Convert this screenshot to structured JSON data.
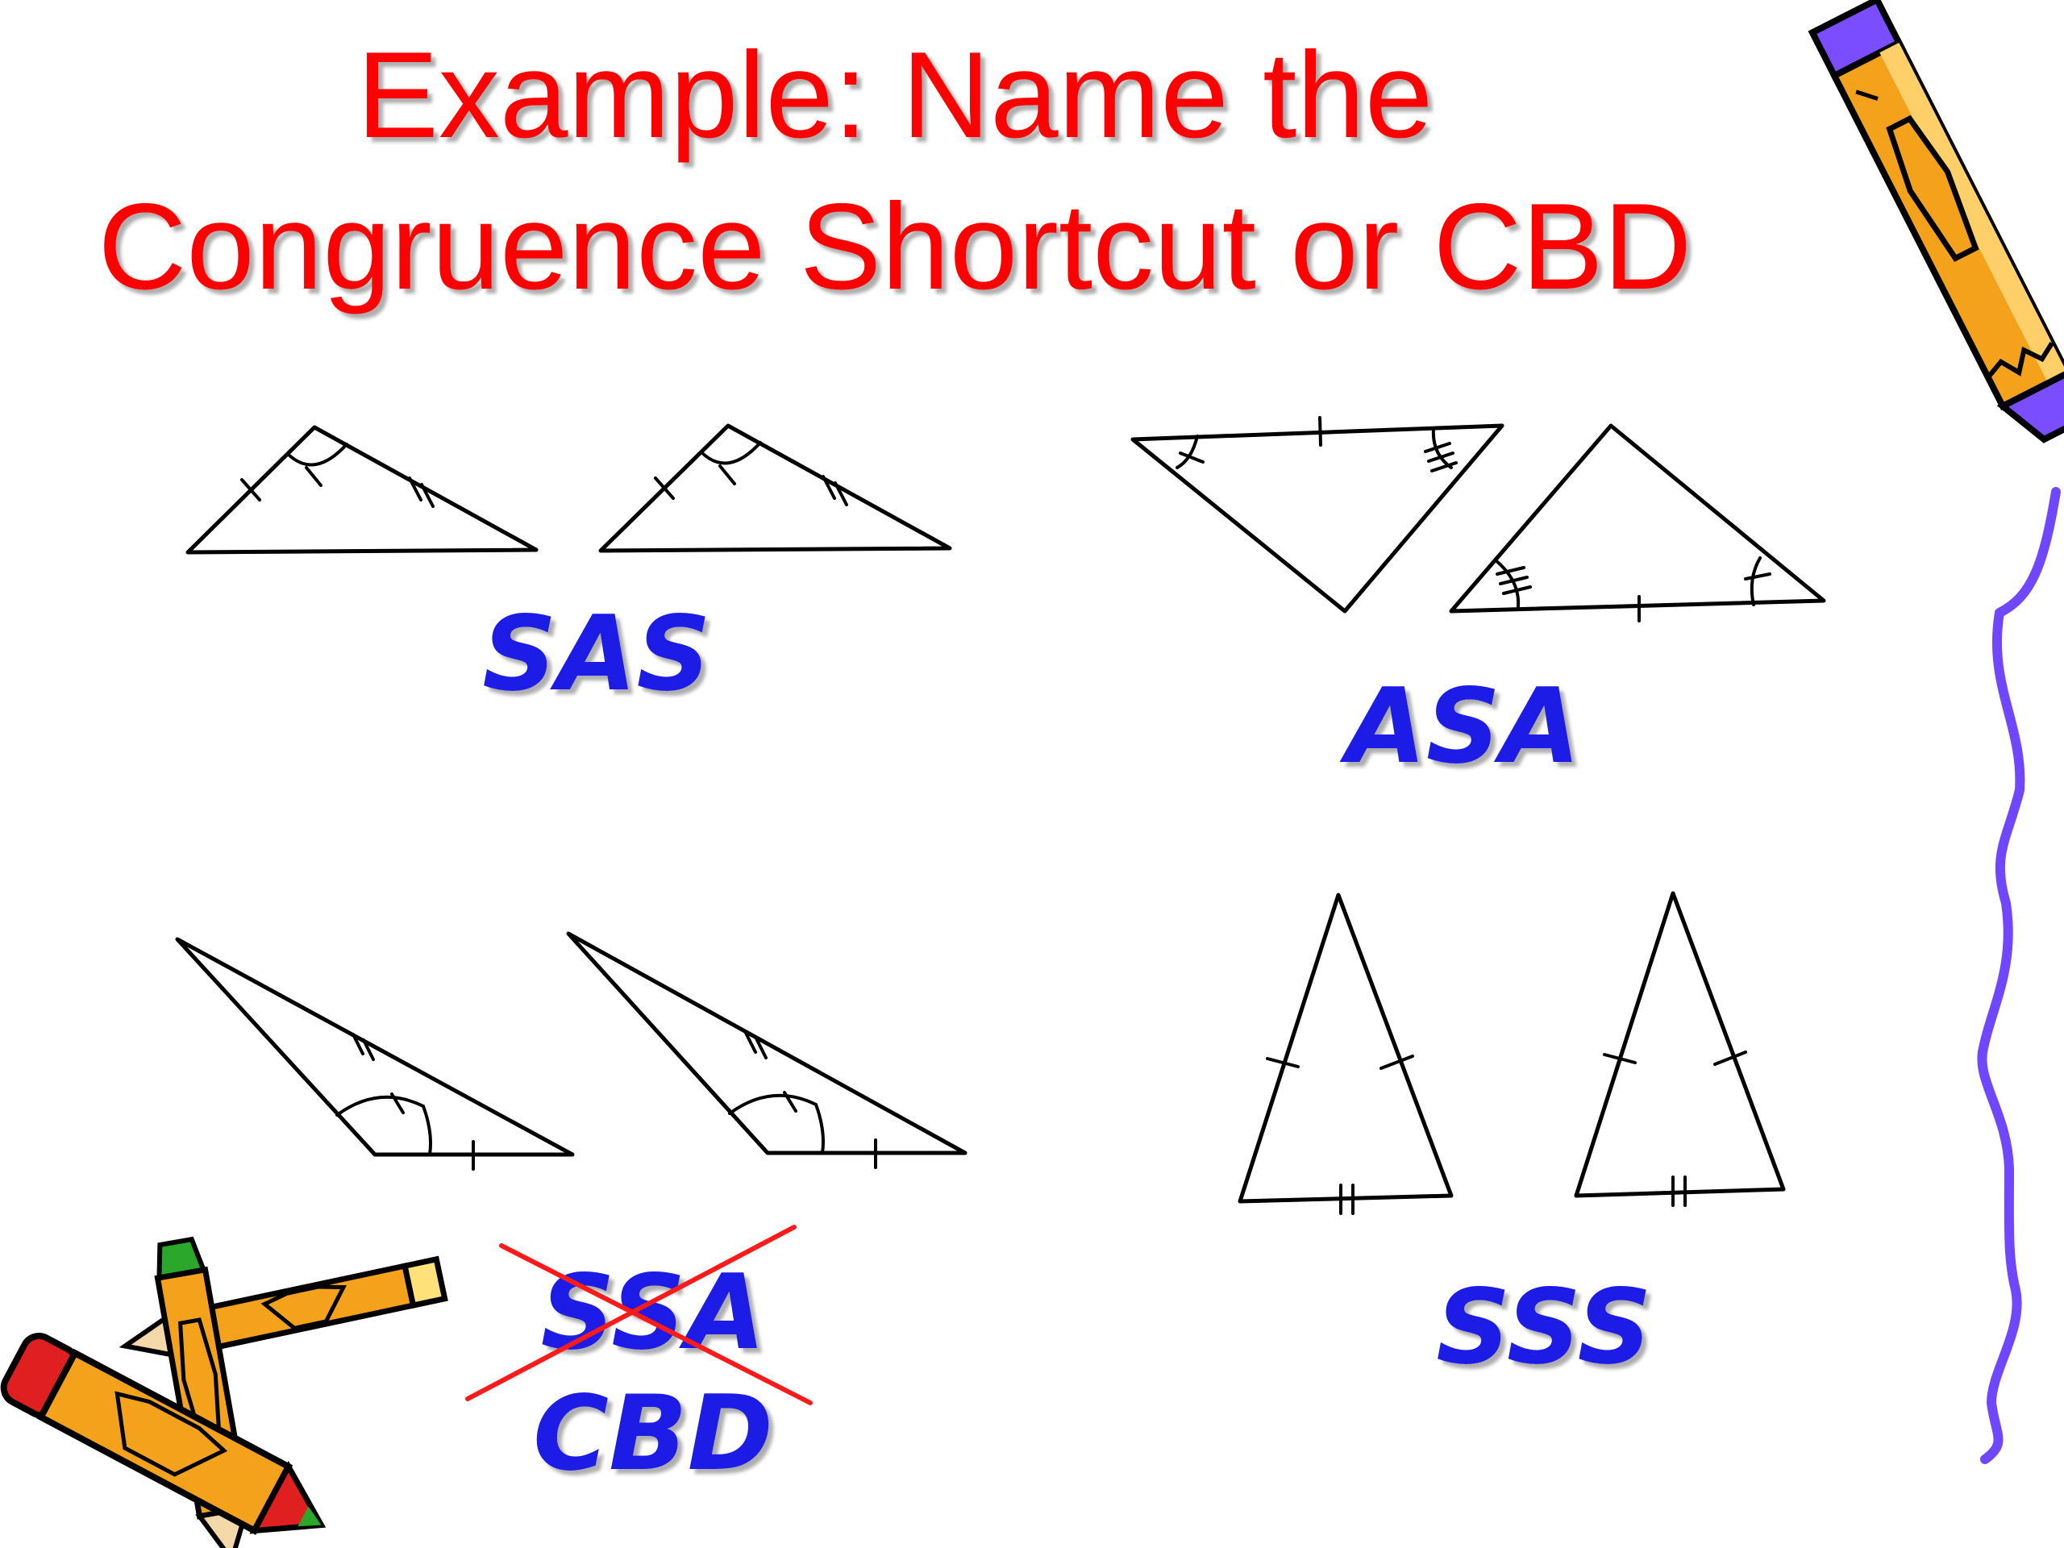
{
  "slide": {
    "title_line1": "Example: Name the",
    "title_line2": "Congruence Shortcut or CBD"
  },
  "problems": [
    {
      "id": "top-left",
      "answer": "SAS"
    },
    {
      "id": "top-right",
      "answer": "ASA"
    },
    {
      "id": "bottom-left",
      "answer": "SSA",
      "crossed_out": true,
      "correction": "CBD"
    },
    {
      "id": "bottom-right",
      "answer": "SSS"
    }
  ],
  "colors": {
    "title": "#ff0000",
    "answer": "#1a1ae6",
    "cross_out": "#ff1a1a",
    "squiggle": "#7a50ff",
    "pencil_body": "#f4a21c"
  },
  "decorations": [
    "pencil-icon-top-right",
    "pencils-icon-bottom-left",
    "squiggle-line-right"
  ]
}
